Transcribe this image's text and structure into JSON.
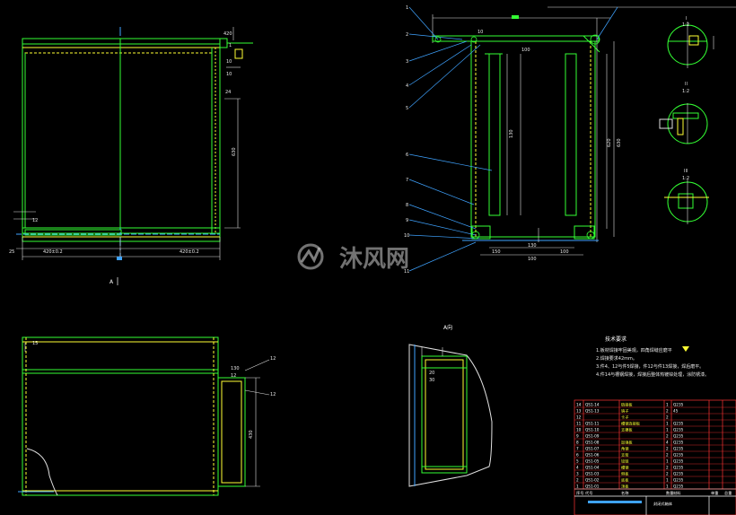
{
  "views": {
    "front": {
      "label": "A",
      "dims": [
        "420",
        "1",
        "10",
        "10",
        "24",
        "630",
        "12",
        "25",
        "420±0.2",
        "420±0.2"
      ]
    },
    "side": {
      "dims": [
        "15",
        "430",
        "12",
        "12",
        "130",
        "12"
      ]
    },
    "section_a": {
      "label": "A向",
      "dims": [
        "20",
        "30"
      ]
    },
    "main": {
      "callouts": [
        "1",
        "2",
        "3",
        "4",
        "5",
        "6",
        "7",
        "8",
        "9",
        "10",
        "11"
      ],
      "dims": [
        "10",
        "130",
        "620",
        "100",
        "150",
        "130",
        "100",
        "100",
        "630"
      ]
    },
    "details": [
      {
        "label": "I",
        "scale": "1:2"
      },
      {
        "label": "II",
        "scale": "1:2"
      },
      {
        "label": "III",
        "scale": "1:2"
      }
    ]
  },
  "watermark": {
    "text": "沐风网"
  },
  "notes": {
    "title": "技术要求",
    "items": [
      "1.板材焊接牢固美观，四角焊缝应磨平",
      "2.焊接要求42mm。",
      "3.件4、12与件5焊接，件12与件13焊接，焊后磨平。",
      "4.件14与槽钢焊接，焊接后整体热镀锌处理，涂防锈漆。"
    ]
  },
  "title_block": {
    "rows": [
      [
        "14",
        "QS1-14",
        "链接板",
        "1",
        "Q235",
        "",
        ""
      ],
      [
        "13",
        "QS1-13",
        "销子",
        "2",
        "45",
        "",
        ""
      ],
      [
        "12",
        "",
        "卡子",
        "2",
        "",
        "",
        ""
      ],
      [
        "11",
        "QS1-11",
        "槽钢连接板",
        "1",
        "Q235",
        "",
        ""
      ],
      [
        "10",
        "QS1-10",
        "支撑板",
        "1",
        "Q235",
        "",
        ""
      ],
      [
        "9",
        "QS1-09",
        "",
        "2",
        "Q235",
        "",
        ""
      ],
      [
        "8",
        "QS1-08",
        "加强板",
        "4",
        "Q235",
        "",
        ""
      ],
      [
        "7",
        "QS1-07",
        "角钢",
        "2",
        "Q235",
        "",
        ""
      ],
      [
        "6",
        "QS1-06",
        "支架",
        "2",
        "Q235",
        "",
        ""
      ],
      [
        "5",
        "QS1-05",
        "铰链",
        "1",
        "Q235",
        "",
        ""
      ],
      [
        "4",
        "QS1-04",
        "槽钢",
        "2",
        "Q235",
        "",
        ""
      ],
      [
        "3",
        "QS1-03",
        "侧板",
        "2",
        "Q235",
        "",
        ""
      ],
      [
        "2",
        "QS1-02",
        "底板",
        "1",
        "Q235",
        "",
        ""
      ],
      [
        "1",
        "QS1-01",
        "顶板",
        "1",
        "Q235",
        "",
        ""
      ]
    ],
    "footer": [
      "序号",
      "代号",
      "名称",
      "数量",
      "材料",
      "单重",
      "总重"
    ],
    "drawing_title": "封闭式箱体"
  },
  "colors": {
    "background": "#000000",
    "outline": "#33ff33",
    "hidden": "#ffff33",
    "center": "#3fa3ff",
    "dimension": "#e0e0e0",
    "table_border": "#ff3333"
  }
}
